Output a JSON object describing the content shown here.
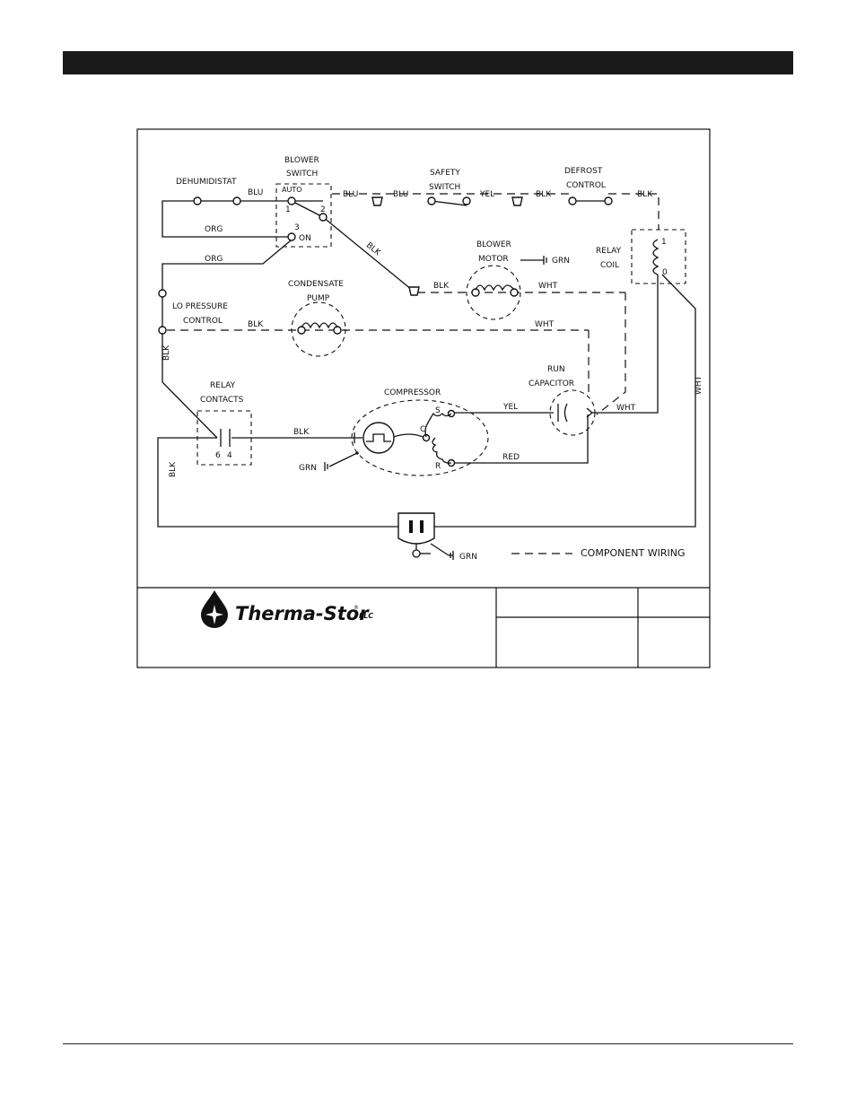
{
  "labels": {
    "dehumidistat": "DEHUMIDISTAT",
    "blower_switch_1": "BLOWER",
    "blower_switch_2": "SWITCH",
    "auto": "AUTO",
    "on": "ON",
    "safety_switch_1": "SAFETY",
    "safety_switch_2": "SWITCH",
    "defrost_1": "DEFROST",
    "defrost_2": "CONTROL",
    "relay_coil_1": "RELAY",
    "relay_coil_2": "COIL",
    "blower_motor_1": "BLOWER",
    "blower_motor_2": "MOTOR",
    "condensate_1": "CONDENSATE",
    "condensate_2": "PUMP",
    "lo_pressure_1": "LO PRESSURE",
    "lo_pressure_2": "CONTROL",
    "relay_contacts_1": "RELAY",
    "relay_contacts_2": "CONTACTS",
    "compressor": "COMPRESSOR",
    "run_cap_1": "RUN",
    "run_cap_2": "CAPACITOR",
    "legend": "COMPONENT WIRING"
  },
  "terminals": {
    "t1": "1",
    "t2": "2",
    "t3": "3",
    "coil_1": "1",
    "coil_0": "0",
    "contact_6": "6",
    "contact_4": "4",
    "s": "S",
    "c": "C",
    "r": "R"
  },
  "wires": {
    "blu1": "BLU",
    "blu2": "BLU",
    "blu3": "BLU",
    "yel1": "YEL",
    "blk_defrost": "BLK",
    "blk_relay": "BLK",
    "org1": "ORG",
    "org2": "ORG",
    "blk_diag": "BLK",
    "grn_blower": "GRN",
    "blk_blower": "BLK",
    "wht_blower": "WHT",
    "blk_pump": "BLK",
    "wht_pump": "WHT",
    "blk_vert": "BLK",
    "blk_comp": "BLK",
    "yel_cap": "YEL",
    "wht_cap": "WHT",
    "red": "RED",
    "grn_comp": "GRN",
    "wht_right": "WHT",
    "blk_left": "BLK",
    "grn_plug": "GRN"
  },
  "brand": {
    "name": "Therma-Stor",
    "suffix": "LLC",
    "reg": "®"
  }
}
